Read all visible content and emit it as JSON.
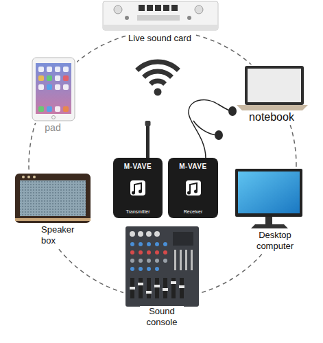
{
  "diagram": {
    "nodes": [
      {
        "text": [
          "M-VAVE",
          "Transmitter"
        ]
      },
      {
        "text": [
          "M-VAVE",
          "Receiver"
        ]
      }
    ],
    "labels": [
      "Live sound card",
      "pad",
      "notebook",
      "Speaker box",
      "Desktop computer",
      "Sound console"
    ]
  }
}
